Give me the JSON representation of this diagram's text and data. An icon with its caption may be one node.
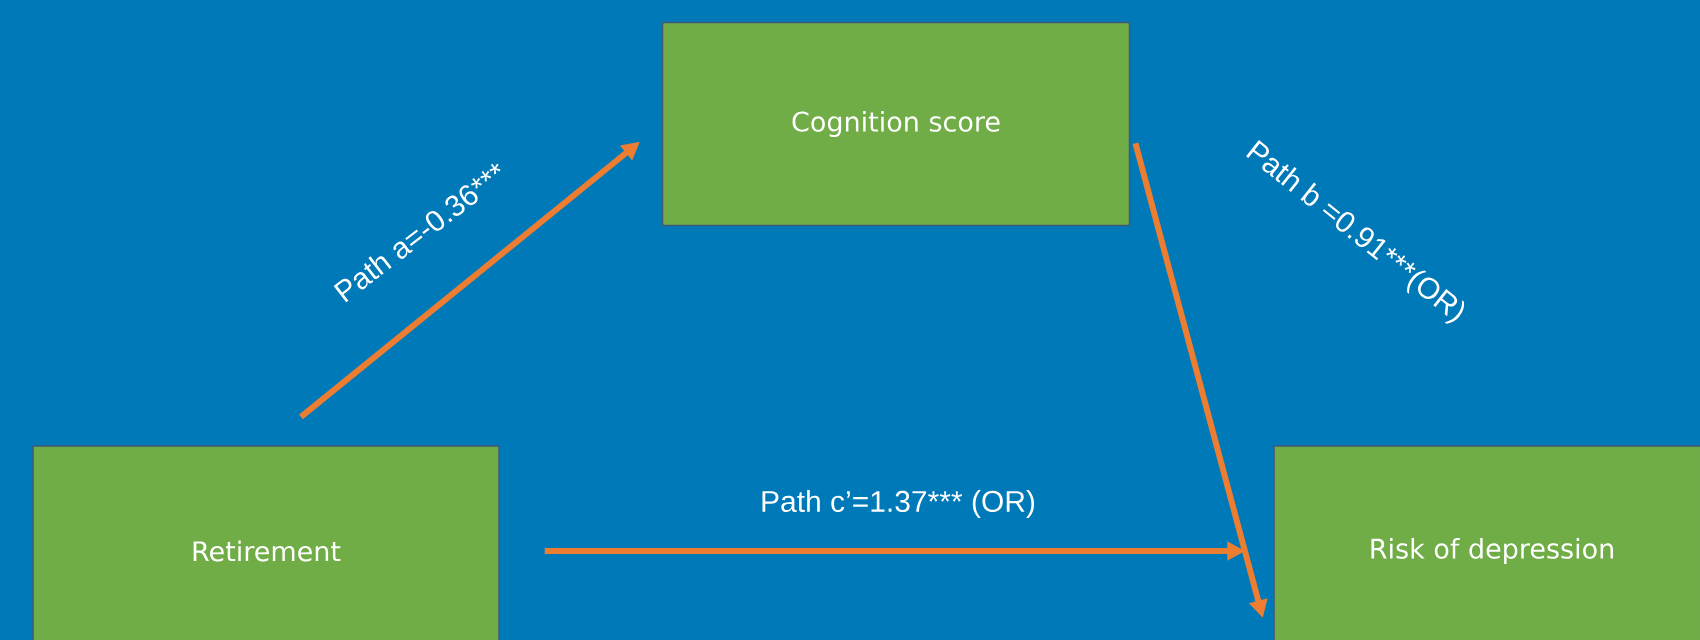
{
  "diagram": {
    "nodes": [
      {
        "text": [
          "Retirement"
        ]
      },
      {
        "text": [
          "Cognition score"
        ]
      },
      {
        "text": [
          "Risk of depression"
        ]
      }
    ],
    "edges": [
      {
        "from": 0,
        "to": 1,
        "arrow": "to",
        "label": "Path a=-0.36***"
      },
      {
        "from": 1,
        "to": 2,
        "arrow": "to",
        "label": "Path b =0.91***(OR)"
      },
      {
        "from": 0,
        "to": 2,
        "arrow": "to",
        "label": "Path c’=1.37*** (OR)"
      }
    ]
  }
}
